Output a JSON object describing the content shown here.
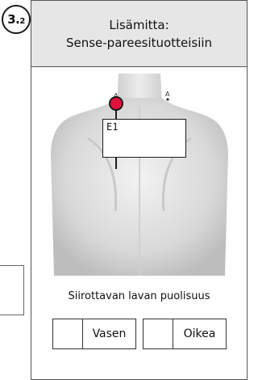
{
  "step": {
    "number": "3.",
    "sub": "2"
  },
  "card": {
    "title_line1": "Lisämitta:",
    "title_line2": "Sense-pareesituotteisiin"
  },
  "electrode": {
    "label": "E1"
  },
  "side": {
    "caption": "Siirottavan lavan puolisuus",
    "left_label": "Vasen",
    "right_label": "Oikea"
  },
  "colors": {
    "marker": "#e0113b",
    "header_bg": "#e6e6e6"
  },
  "icons": {
    "figure": "human-back-figure-icon"
  }
}
